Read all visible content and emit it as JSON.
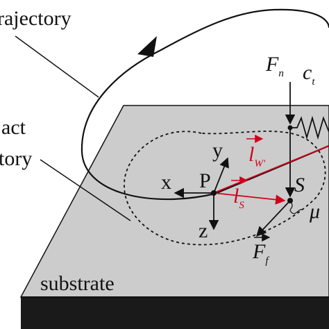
{
  "labels": {
    "trajectory": "rajectory",
    "contact_line1": "act",
    "contact_line2": "tory",
    "substrate": "substrate",
    "axis_x": "x",
    "axis_y": "y",
    "axis_z": "z",
    "point_p": "P",
    "point_s": "S",
    "force_normal": "F",
    "force_normal_sub": "n",
    "stiffness": "c",
    "stiffness_sub": "t",
    "friction_coef": "μ",
    "vector_lw": "l",
    "vector_lw_sub": "W'",
    "vector_ls": "l",
    "vector_ls_sub": "S",
    "force_friction": "F",
    "force_friction_sub": "f"
  },
  "colors": {
    "substrate_top": "#cccccc",
    "substrate_side": "#1a1a1a",
    "line": "#111111",
    "accent_red": "#d0021b"
  }
}
